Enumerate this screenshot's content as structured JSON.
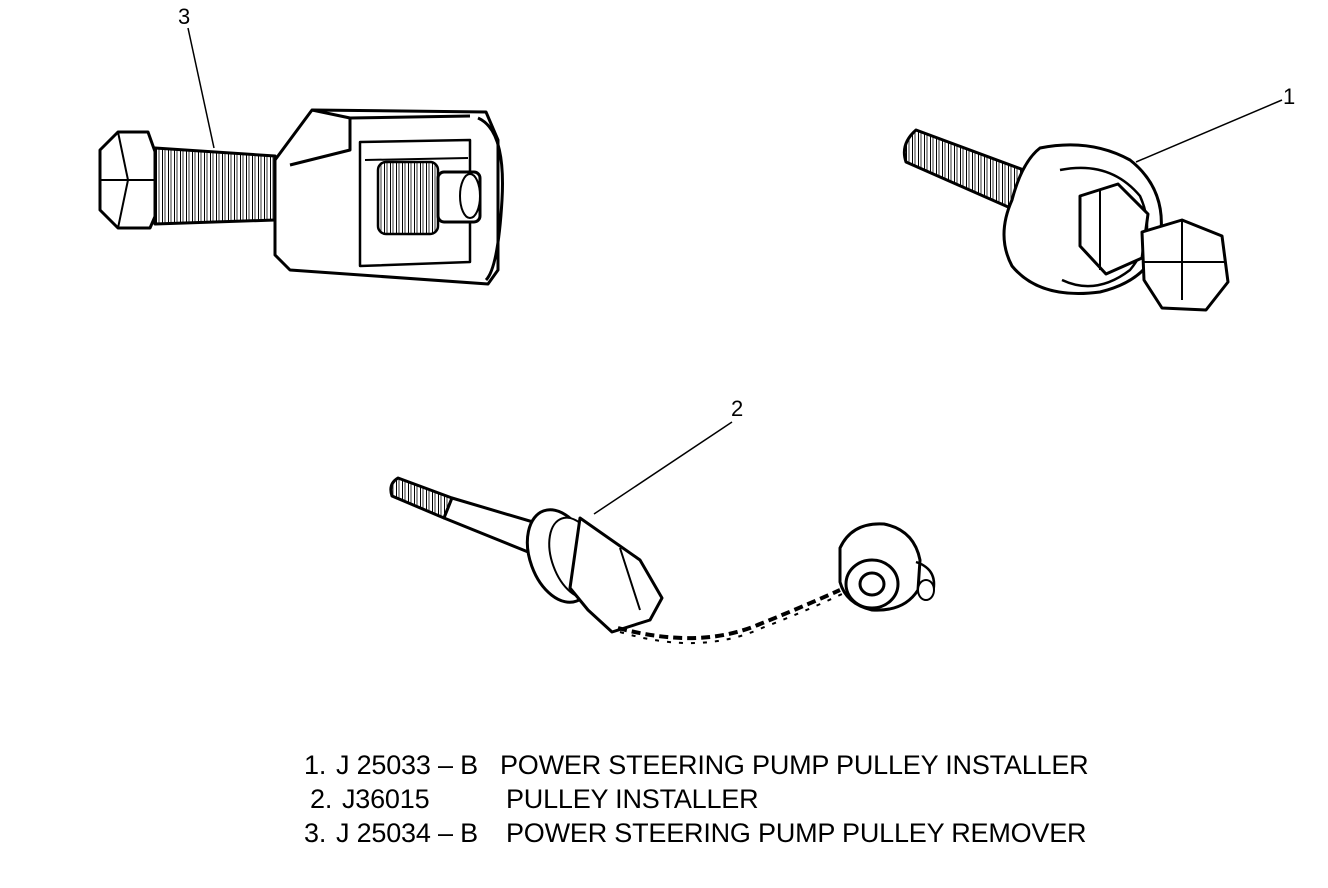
{
  "callouts": {
    "c1": "1",
    "c2": "2",
    "c3": "3"
  },
  "legend": [
    {
      "num": "1.",
      "part": "J 25033 – B",
      "desc": "POWER STEERING PUMP PULLEY INSTALLER"
    },
    {
      "num": "2.",
      "part": "J36015",
      "desc": "PULLEY INSTALLER"
    },
    {
      "num": "3.",
      "part": "J 25034 – B",
      "desc": "POWER STEERING PUMP PULLEY REMOVER"
    }
  ],
  "colors": {
    "ink": "#000000",
    "paper": "#ffffff"
  }
}
